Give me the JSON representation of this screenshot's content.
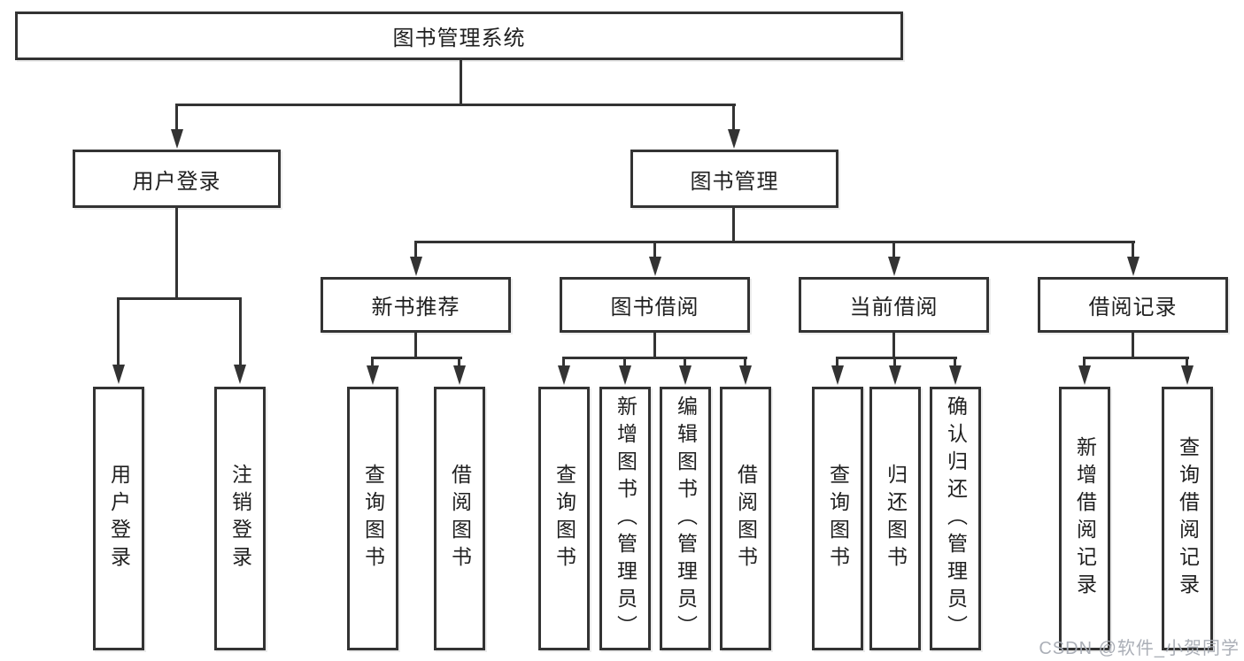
{
  "root": {
    "label": "图书管理系统"
  },
  "level2": {
    "user_login": {
      "label": "用户登录"
    },
    "book_management": {
      "label": "图书管理"
    }
  },
  "level3": {
    "new_book_recommend": {
      "label": "新书推荐"
    },
    "book_borrowing": {
      "label": "图书借阅"
    },
    "current_borrowing": {
      "label": "当前借阅"
    },
    "borrow_records": {
      "label": "借阅记录"
    }
  },
  "leaves": {
    "user_login": [
      "用户登录",
      "注销登录"
    ],
    "new_book_recommend": [
      "查询图书",
      "借阅图书"
    ],
    "book_borrowing": [
      "查询图书",
      "新增图书（管理员）",
      "编辑图书（管理员）",
      "借阅图书"
    ],
    "current_borrowing": [
      "查询图书",
      "归还图书",
      "确认归还（管理员）"
    ],
    "borrow_records": [
      "新增借阅记录",
      "查询借阅记录"
    ]
  },
  "watermark": {
    "text": "CSDN @软件_小贺同学"
  },
  "colors": {
    "line": "#333333",
    "box_border": "#333333",
    "box_fill": "#ffffff",
    "text": "#1f1f1f",
    "background": "#ffffff",
    "watermark": "#a6abb3"
  }
}
